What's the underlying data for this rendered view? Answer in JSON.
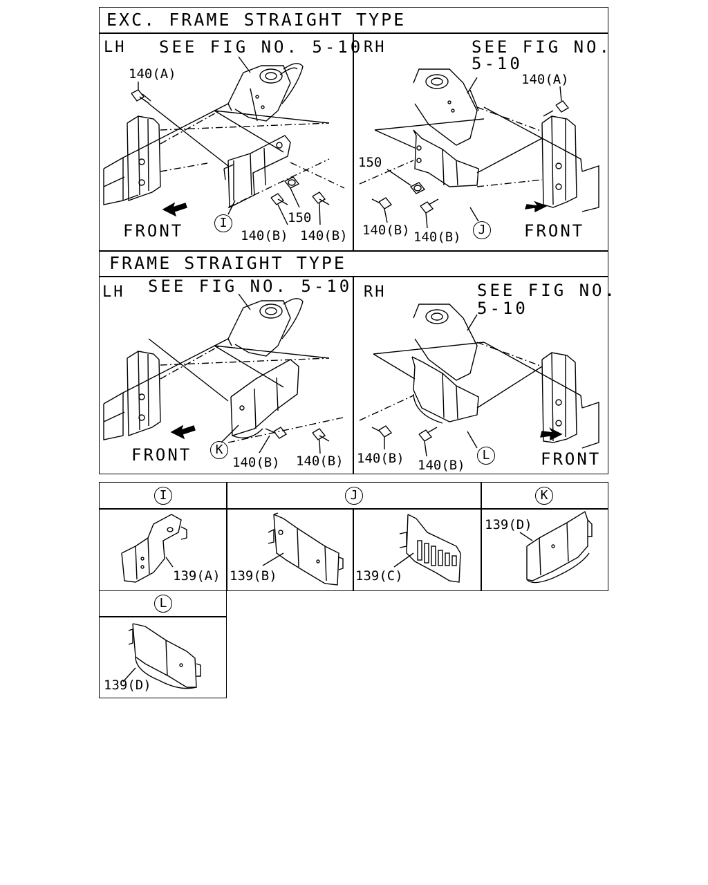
{
  "sections": {
    "exc_frame": {
      "title": "EXC. FRAME STRAIGHT TYPE",
      "lh": {
        "side": "LH",
        "see": "SEE FIG NO. 5-10",
        "callouts": [
          "140(A)",
          "150",
          "140(B)",
          "140(B)"
        ],
        "letter": "I",
        "front": "FRONT"
      },
      "rh": {
        "side": "RH",
        "see_line1": "SEE FIG NO.",
        "see_line2": "5-10",
        "callouts": [
          "140(A)",
          "150",
          "140(B)",
          "140(B)"
        ],
        "letter": "J",
        "front": "FRONT"
      }
    },
    "frame": {
      "title": "FRAME STRAIGHT TYPE",
      "lh": {
        "side": "LH",
        "see": "SEE FIG NO. 5-10",
        "callouts": [
          "140(B)",
          "140(B)"
        ],
        "letter": "K",
        "front": "FRONT"
      },
      "rh": {
        "side": "RH",
        "see_line1": "SEE FIG NO.",
        "see_line2": "5-10",
        "callouts": [
          "140(B)",
          "140(B)"
        ],
        "letter": "L",
        "front": "FRONT"
      }
    }
  },
  "legend": {
    "headers": [
      "I",
      "J",
      "K"
    ],
    "parts": [
      "139(A)",
      "139(B)",
      "139(C)",
      "139(D)"
    ],
    "l_header": "L",
    "l_part": "139(D)"
  }
}
